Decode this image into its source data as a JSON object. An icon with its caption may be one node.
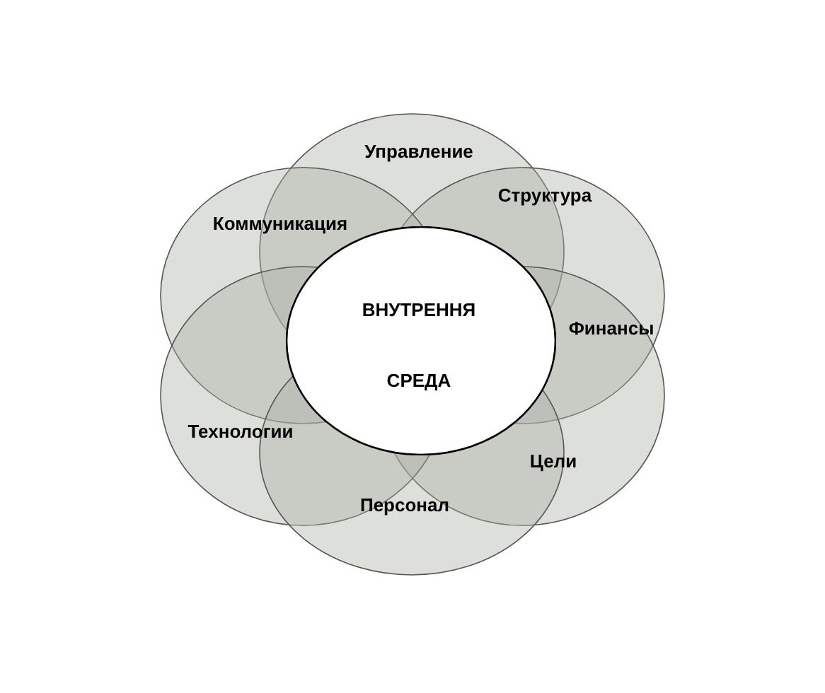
{
  "diagram": {
    "nodes": [
      {
        "text": [
          "Управление"
        ]
      },
      {
        "text": [
          "Структура"
        ]
      },
      {
        "text": [
          "Коммуникация"
        ]
      },
      {
        "text": [
          "Цели"
        ]
      },
      {
        "text": [
          "Технологии"
        ]
      },
      {
        "text": [
          "Персонал"
        ]
      },
      {
        "text": [
          "ВНУТРЕННЯ",
          "СРЕДА"
        ]
      }
    ],
    "labels": [
      "Финансы"
    ]
  }
}
